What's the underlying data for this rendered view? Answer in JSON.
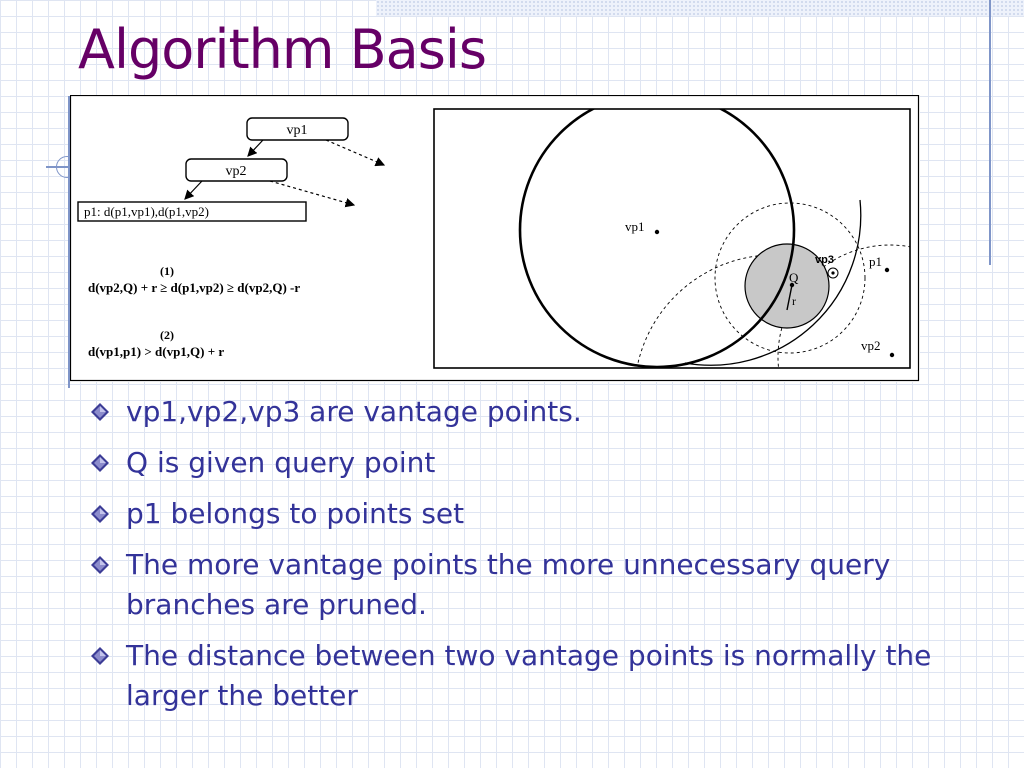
{
  "slide": {
    "title": "Algorithm Basis"
  },
  "figure": {
    "tree": {
      "node_root": "vp1",
      "node_child": "vp2",
      "leaf": "p1: d(p1,vp1),d(p1,vp2)"
    },
    "formulas": [
      {
        "label": "(1)",
        "text": "d(vp2,Q) + r ≥ d(p1,vp2) ≥ d(vp2,Q) -r"
      },
      {
        "label": "(2)",
        "text": "d(vp1,p1) > d(vp1,Q) + r"
      }
    ],
    "diagram_labels": {
      "vp1": "vp1",
      "vp2": "vp2",
      "vp3": "vp3",
      "p1": "p1",
      "q": "Q",
      "r": "r"
    }
  },
  "bullets": [
    {
      "text": "vp1,vp2,vp3 are vantage points."
    },
    {
      "text": "Q is given query point"
    },
    {
      "text": "p1 belongs to points set"
    },
    {
      "text": "The more vantage points the more unnecessary query branches are pruned."
    },
    {
      "text": "The distance between two vantage points is normally the larger the better"
    }
  ],
  "colors": {
    "title": "#660066",
    "bullet_text": "#333399",
    "grid": "#dfe5f2",
    "accent_line": "#7f95c8"
  }
}
